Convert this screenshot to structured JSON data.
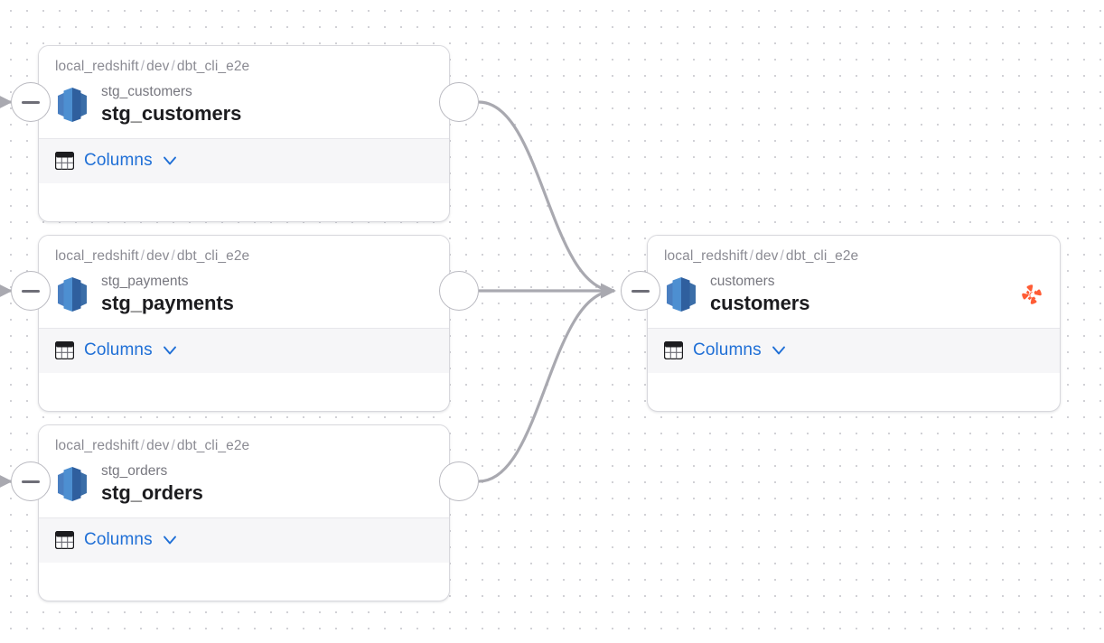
{
  "app": {
    "view": "lineage-graph",
    "background": "#ffffff",
    "dot_color": "#c9c9cf",
    "edge_color": "#a9a9b0",
    "link_color": "#1f6fd6",
    "dbt_badge_color": "#ff5c35"
  },
  "nodes": [
    {
      "id": "stg_customers",
      "breadcrumb": {
        "database": "local_redshift",
        "schema": "dev",
        "dataset": "dbt_cli_e2e",
        "separator": "/"
      },
      "source_name": "stg_customers",
      "title": "stg_customers",
      "icon": "aws-redshift-icon",
      "columns_label": "Columns",
      "columns_expanded": false,
      "has_dbt_badge": false,
      "collapse_control": "minus"
    },
    {
      "id": "stg_payments",
      "breadcrumb": {
        "database": "local_redshift",
        "schema": "dev",
        "dataset": "dbt_cli_e2e",
        "separator": "/"
      },
      "source_name": "stg_payments",
      "title": "stg_payments",
      "icon": "aws-redshift-icon",
      "columns_label": "Columns",
      "columns_expanded": false,
      "has_dbt_badge": false,
      "collapse_control": "minus"
    },
    {
      "id": "stg_orders",
      "breadcrumb": {
        "database": "local_redshift",
        "schema": "dev",
        "dataset": "dbt_cli_e2e",
        "separator": "/"
      },
      "source_name": "stg_orders",
      "title": "stg_orders",
      "icon": "aws-redshift-icon",
      "columns_label": "Columns",
      "columns_expanded": false,
      "has_dbt_badge": false,
      "collapse_control": "minus"
    },
    {
      "id": "customers",
      "breadcrumb": {
        "database": "local_redshift",
        "schema": "dev",
        "dataset": "dbt_cli_e2e",
        "separator": "/"
      },
      "source_name": "customers",
      "title": "customers",
      "icon": "aws-redshift-icon",
      "columns_label": "Columns",
      "columns_expanded": false,
      "has_dbt_badge": true,
      "badge_icon": "dbt-logo-icon",
      "collapse_control": "minus"
    }
  ],
  "edges": [
    {
      "from": "stg_customers",
      "to": "customers"
    },
    {
      "from": "stg_payments",
      "to": "customers"
    },
    {
      "from": "stg_orders",
      "to": "customers"
    }
  ]
}
